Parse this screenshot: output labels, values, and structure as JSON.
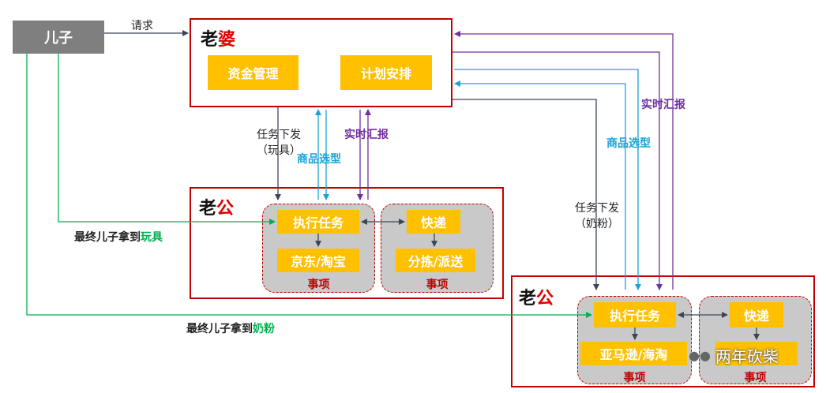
{
  "son": {
    "label": "儿子"
  },
  "request_label": "请求",
  "wife": {
    "title_prefix": "老",
    "title_highlight": "婆",
    "box_funds": "资金管理",
    "box_plan": "计划安排"
  },
  "husband1": {
    "title_prefix": "老",
    "title_highlight": "公",
    "exec_task": "执行任务",
    "shop": "京东/淘宝",
    "courier": "快递",
    "sort_deliver": "分拣/派送",
    "matter_left": "事项",
    "matter_right": "事项"
  },
  "husband2": {
    "title_prefix": "老",
    "title_highlight": "公",
    "exec_task": "执行任务",
    "shop": "亚马逊/海淘",
    "courier": "快递",
    "matter_left": "事项",
    "matter_right": "事项"
  },
  "labels": {
    "task_toy_line1": "任务下发",
    "task_toy_line2": "（玩具）",
    "product_select_1": "商品选型",
    "realtime_report_1": "实时汇报",
    "task_milk_line1": "任务下发",
    "task_milk_line2": "（奶粉）",
    "product_select_2": "商品选型",
    "realtime_report_2": "实时汇报",
    "final_toy_prefix": "最终儿子拿到",
    "final_toy_item": "玩具",
    "final_milk_prefix": "最终儿子拿到",
    "final_milk_item": "奶粉"
  },
  "watermark": {
    "icon": "wechat-icon",
    "text": "两年砍柴"
  },
  "colors": {
    "frame": "#c00000",
    "box": "#ffc000",
    "group": "#c9c9c9",
    "son": "#7f7f7f",
    "arrow_dark": "#3b4756",
    "arrow_blue": "#1aa3d6",
    "arrow_purple": "#7030a0",
    "arrow_green": "#00b050"
  }
}
